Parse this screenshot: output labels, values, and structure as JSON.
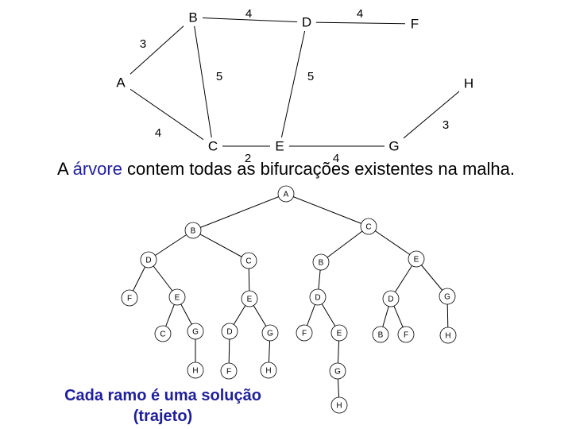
{
  "graph": {
    "nodes": [
      {
        "id": "B",
        "label": "B"
      },
      {
        "id": "D",
        "label": "D"
      },
      {
        "id": "F",
        "label": "F"
      },
      {
        "id": "A",
        "label": "A"
      },
      {
        "id": "H",
        "label": "H"
      },
      {
        "id": "C",
        "label": "C"
      },
      {
        "id": "E",
        "label": "E"
      },
      {
        "id": "G",
        "label": "G"
      }
    ],
    "edges": [
      {
        "from": "B",
        "to": "D",
        "weight": "4"
      },
      {
        "from": "D",
        "to": "F",
        "weight": "4"
      },
      {
        "from": "A",
        "to": "B",
        "weight": "3"
      },
      {
        "from": "B",
        "to": "C",
        "weight": "5"
      },
      {
        "from": "D",
        "to": "E",
        "weight": "5"
      },
      {
        "from": "A",
        "to": "C",
        "weight": "4"
      },
      {
        "from": "H",
        "to": "G",
        "weight": "3"
      },
      {
        "from": "C",
        "to": "E",
        "weight": "2"
      },
      {
        "from": "E",
        "to": "G",
        "weight": "4"
      }
    ]
  },
  "caption": {
    "prefix": "A ",
    "keyword": "árvore",
    "suffix": " contem todas as bifurcações existentes na malha."
  },
  "tree": {
    "nodes": [
      {
        "id": "t0",
        "label": "A"
      },
      {
        "id": "t1",
        "label": "B"
      },
      {
        "id": "t2",
        "label": "C"
      },
      {
        "id": "t3",
        "label": "D"
      },
      {
        "id": "t4",
        "label": "C"
      },
      {
        "id": "t5",
        "label": "B"
      },
      {
        "id": "t6",
        "label": "E"
      },
      {
        "id": "t7",
        "label": "F"
      },
      {
        "id": "t8",
        "label": "E"
      },
      {
        "id": "t9",
        "label": "E"
      },
      {
        "id": "t10",
        "label": "D"
      },
      {
        "id": "t11",
        "label": "D"
      },
      {
        "id": "t12",
        "label": "G"
      },
      {
        "id": "t13",
        "label": "C"
      },
      {
        "id": "t14",
        "label": "G"
      },
      {
        "id": "t15",
        "label": "D"
      },
      {
        "id": "t16",
        "label": "G"
      },
      {
        "id": "t17",
        "label": "F"
      },
      {
        "id": "t18",
        "label": "E"
      },
      {
        "id": "t19",
        "label": "B"
      },
      {
        "id": "t20",
        "label": "F"
      },
      {
        "id": "t21",
        "label": "H"
      },
      {
        "id": "t22",
        "label": "H"
      },
      {
        "id": "t23",
        "label": "F"
      },
      {
        "id": "t24",
        "label": "H"
      },
      {
        "id": "t25",
        "label": "G"
      },
      {
        "id": "t26",
        "label": "H"
      }
    ],
    "edges": [
      [
        "t0",
        "t1"
      ],
      [
        "t0",
        "t2"
      ],
      [
        "t1",
        "t3"
      ],
      [
        "t1",
        "t4"
      ],
      [
        "t2",
        "t5"
      ],
      [
        "t2",
        "t6"
      ],
      [
        "t3",
        "t7"
      ],
      [
        "t3",
        "t8"
      ],
      [
        "t4",
        "t9"
      ],
      [
        "t5",
        "t10"
      ],
      [
        "t6",
        "t11"
      ],
      [
        "t6",
        "t12"
      ],
      [
        "t8",
        "t13"
      ],
      [
        "t8",
        "t14"
      ],
      [
        "t9",
        "t15"
      ],
      [
        "t9",
        "t16"
      ],
      [
        "t10",
        "t17"
      ],
      [
        "t10",
        "t18"
      ],
      [
        "t11",
        "t19"
      ],
      [
        "t11",
        "t20"
      ],
      [
        "t12",
        "t21"
      ],
      [
        "t14",
        "t22"
      ],
      [
        "t15",
        "t23"
      ],
      [
        "t16",
        "t24"
      ],
      [
        "t18",
        "t25"
      ],
      [
        "t25",
        "t26"
      ]
    ]
  },
  "note": {
    "line1": "Cada ramo é uma solução",
    "line2": "(trajeto)"
  }
}
